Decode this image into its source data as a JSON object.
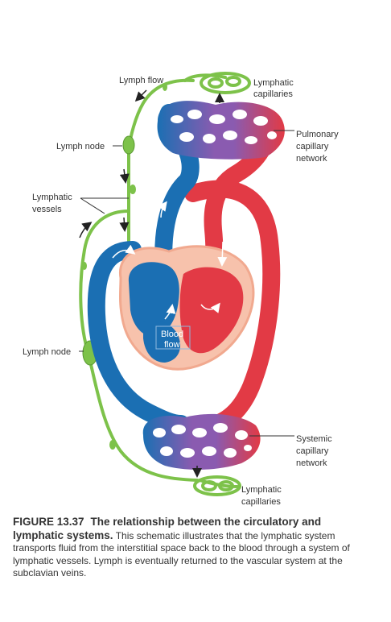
{
  "labels": {
    "lymph_flow": "Lymph flow",
    "lymphatic_capillaries_top_1": "Lymphatic",
    "lymphatic_capillaries_top_2": "capillaries",
    "lymph_node_upper": "Lymph node",
    "pulmonary_1": "Pulmonary",
    "pulmonary_2": "capillary",
    "pulmonary_3": "network",
    "lymphatic_vessels_1": "Lymphatic",
    "lymphatic_vessels_2": "vessels",
    "blood_flow_1": "Blood",
    "blood_flow_2": "flow",
    "lymph_node_lower": "Lymph node",
    "systemic_1": "Systemic",
    "systemic_2": "capillary",
    "systemic_3": "network",
    "lymphatic_capillaries_bottom_1": "Lymphatic",
    "lymphatic_capillaries_bottom_2": "capillaries"
  },
  "caption": {
    "figure_number": "FIGURE 13.37",
    "title": "The relationship between the circulatory and lymphatic systems.",
    "body": "This schematic illustrates that the lymphatic system transports fluid from the interstitial space back to the blood through a system of lymphatic vessels. Lymph is eventually returned to the vascular system at the subclavian veins."
  },
  "colors": {
    "blood_blue": "#1b6fb3",
    "blood_red": "#e23a45",
    "capillary_purple": "#8a5bb0",
    "lymph_green": "#7dc24a",
    "heart_outline": "#f1a98f"
  }
}
